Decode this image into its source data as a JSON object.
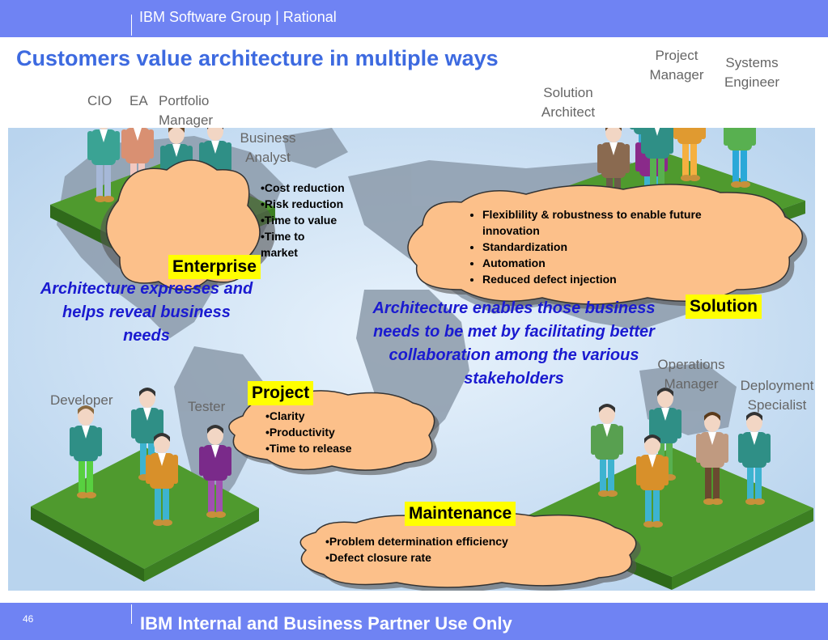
{
  "header": {
    "title": "IBM Software Group | Rational"
  },
  "slide_title": "Customers value architecture in multiple ways",
  "roles": {
    "cio": "CIO",
    "ea": "EA",
    "portfolio_manager": "Portfolio Manager",
    "business_analyst": "Business Analyst",
    "project_manager": "Project Manager",
    "systems_engineer": "Systems Engineer",
    "solution_architect": "Solution Architect",
    "developer": "Developer",
    "tester": "Tester",
    "operations_manager": "Operations Manager",
    "deployment_specialist": "Deployment Specialist"
  },
  "clouds": {
    "enterprise": [
      "•Cost reduction",
      "•Risk reduction",
      "•Time to value",
      "•Time to market"
    ],
    "solution": [
      "Flexiblility & robustness to enable future innovation",
      "Standardization",
      "Automation",
      "Reduced defect injection"
    ],
    "project": [
      "•Clarity",
      "•Productivity",
      "•Time to release"
    ],
    "maintenance": [
      "•Problem determination efficiency",
      "•Defect closure rate"
    ]
  },
  "labels": {
    "enterprise": "Enterprise",
    "solution": "Solution",
    "project": "Project",
    "maintenance": "Maintenance"
  },
  "statements": {
    "left": "Architecture expresses and helps reveal business needs",
    "center": "Architecture enables those business needs to be met by facilitating better collaboration among the various stakeholders"
  },
  "footer": {
    "page_number": "46",
    "classification": "IBM Internal and Business Partner Use Only"
  },
  "colors": {
    "header_blue": "#6f83f3",
    "title_blue": "#3d6ae0",
    "statement_blue": "#1a1ad0",
    "cloud_fill": "#fcc08a",
    "label_yellow": "#ffff00",
    "platform_green": "#4f9a2e",
    "map_water": "#c6def5",
    "map_land": "#8a9aac"
  }
}
